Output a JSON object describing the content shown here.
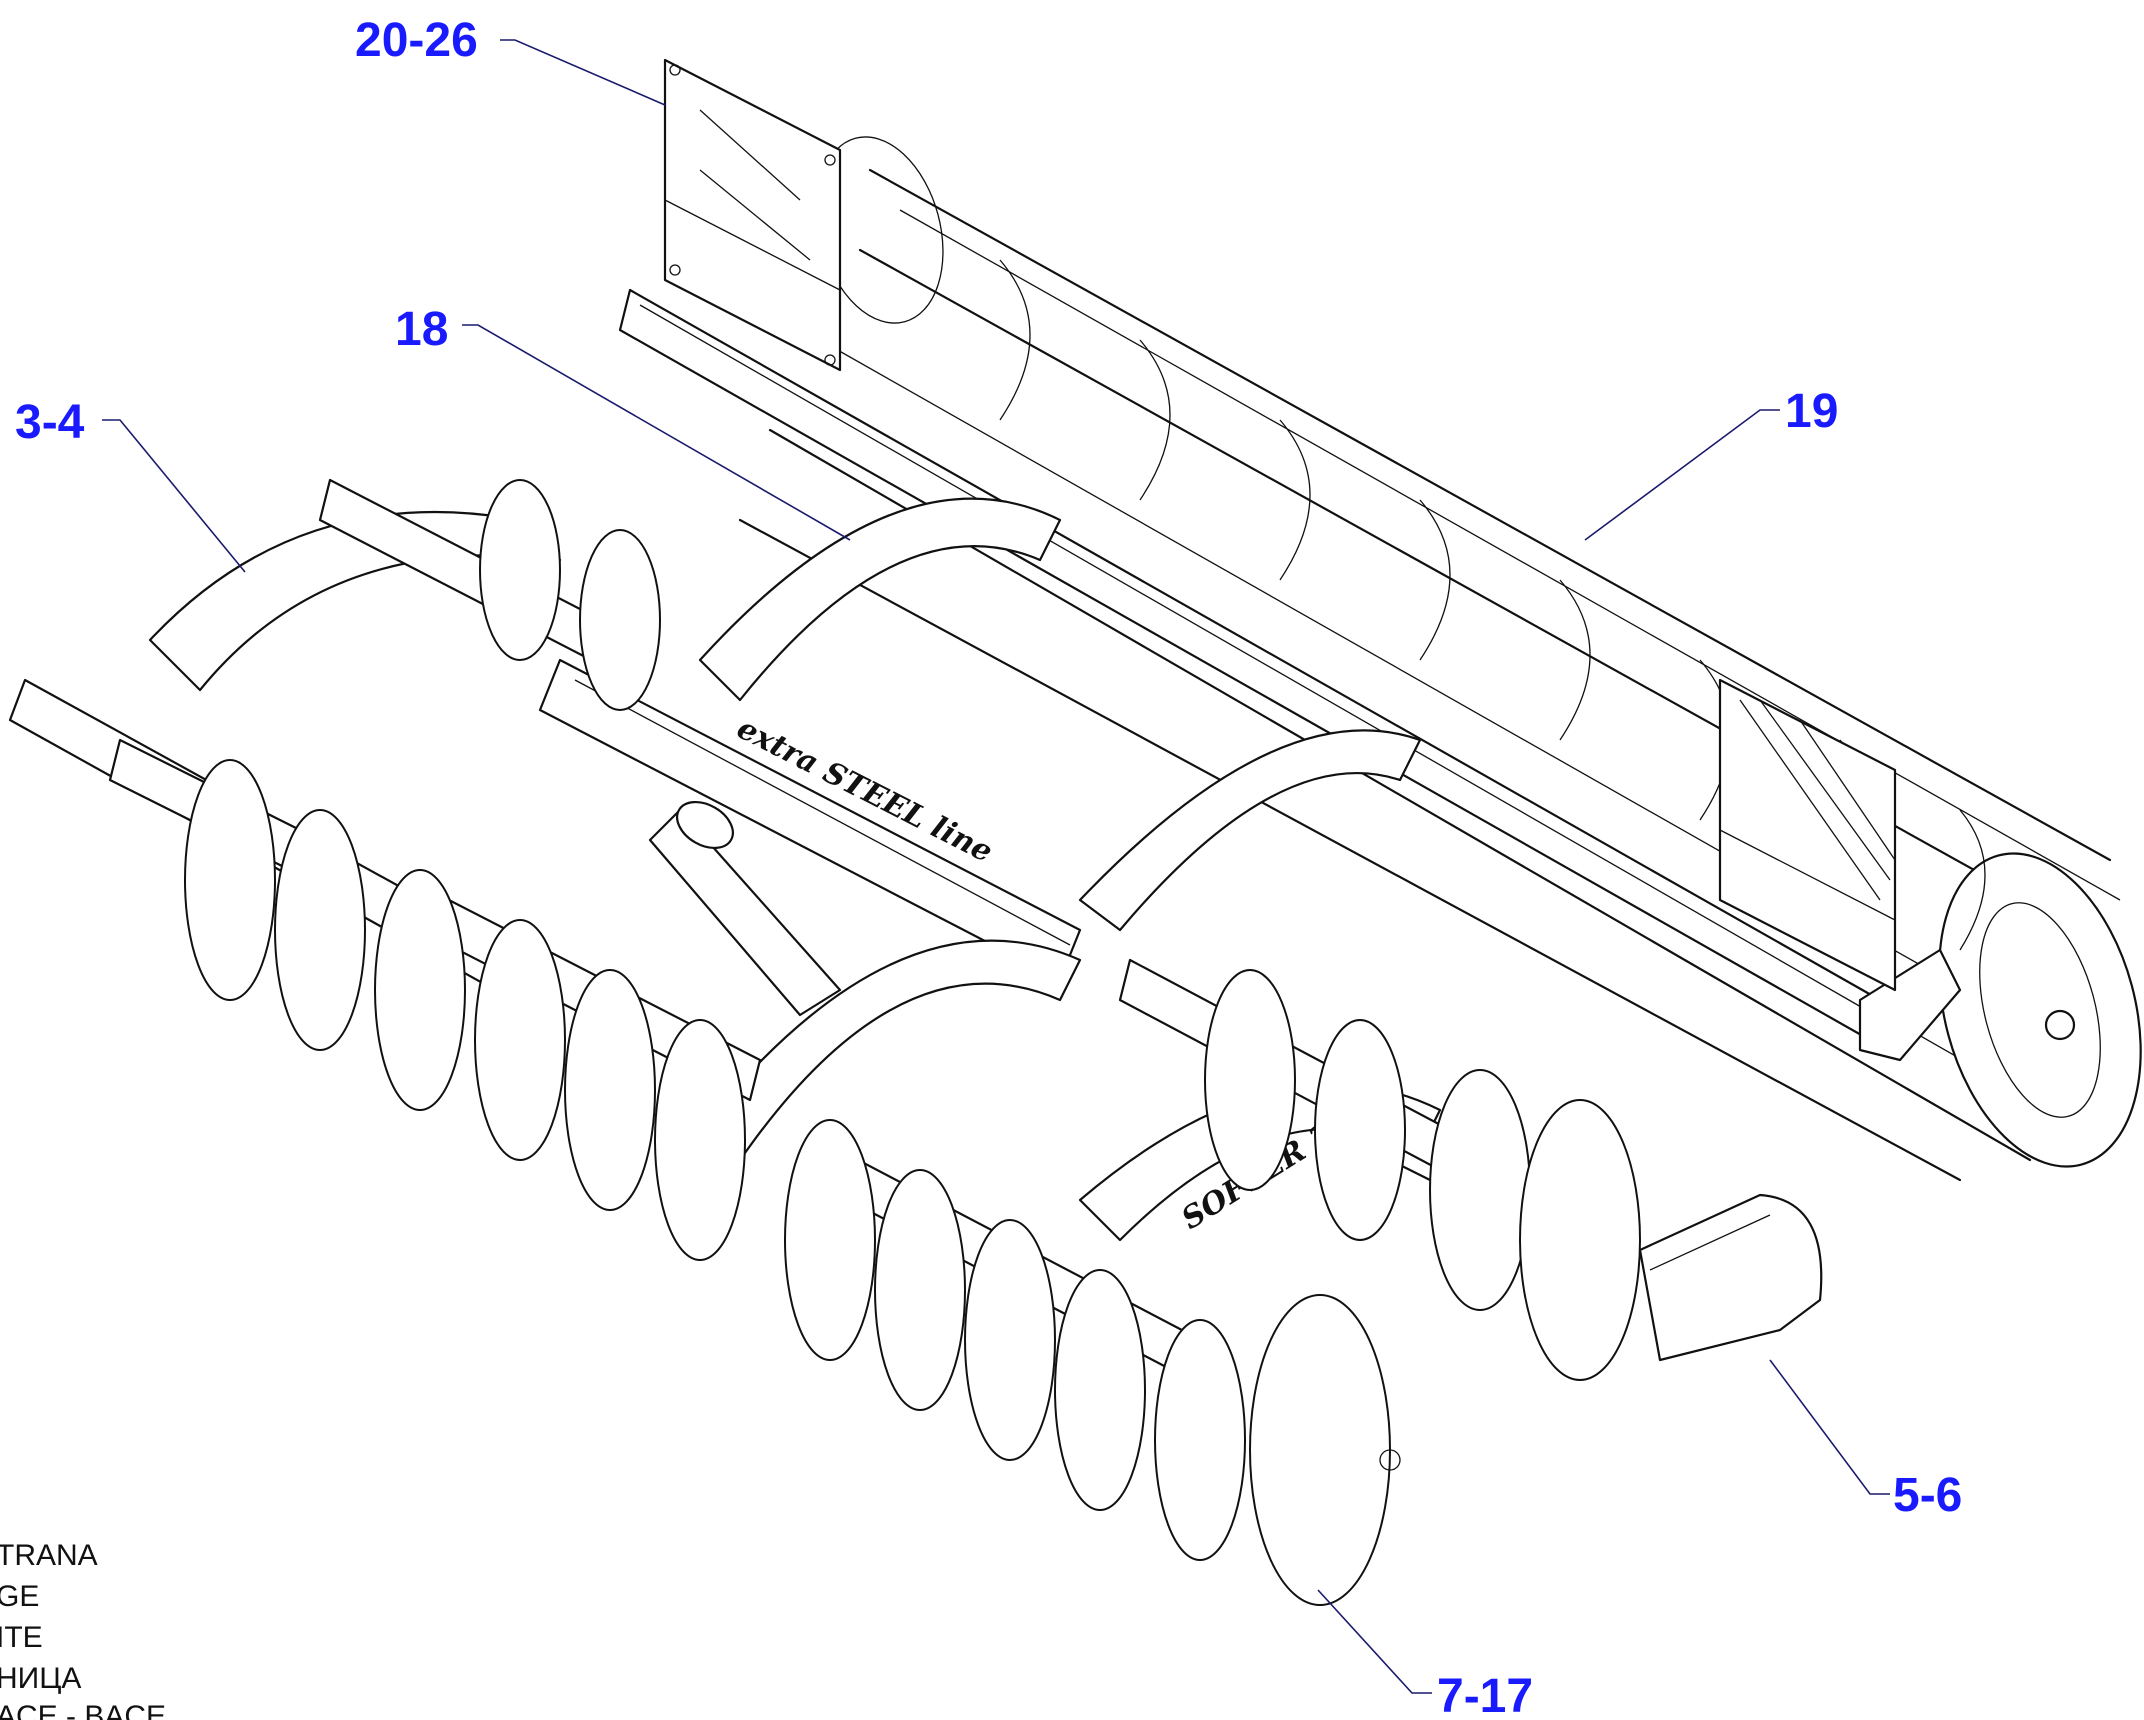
{
  "callouts": {
    "c20_26": "20-26",
    "c18": "18",
    "c19": "19",
    "c3_4": "3-4",
    "c5_6": "5-6",
    "c7_17": "7-17"
  },
  "frame_text": {
    "brand": "extra STEEL line",
    "model": "SOFTER 3"
  },
  "side_notes": [
    "TRANA",
    "GE",
    "ITE",
    "НИЦА",
    "ACE - BACE"
  ],
  "colors": {
    "callout": "#1a1aff",
    "line": "#111111"
  }
}
